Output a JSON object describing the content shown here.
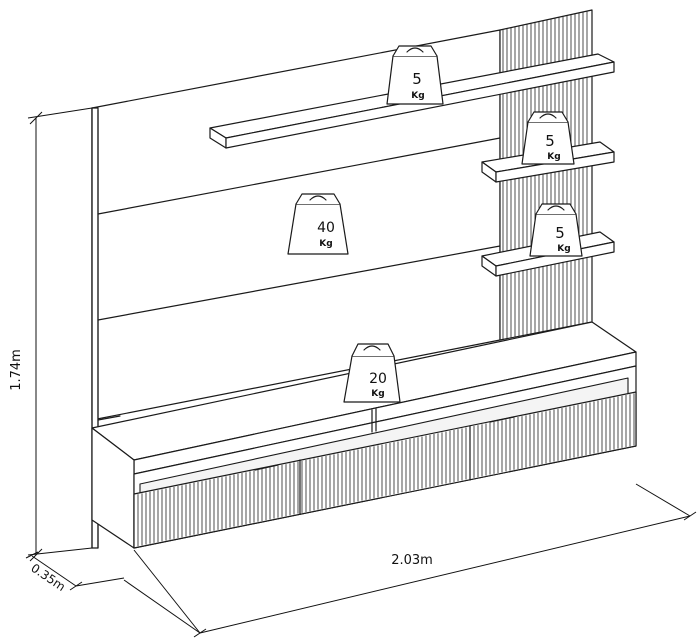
{
  "dimensions": {
    "height": "1.74m",
    "width": "2.03m",
    "depth": "0.35m"
  },
  "weights": [
    {
      "value": "5",
      "unit": "Kg"
    },
    {
      "value": "5",
      "unit": "Kg"
    },
    {
      "value": "5",
      "unit": "Kg"
    },
    {
      "value": "40",
      "unit": "Kg"
    },
    {
      "value": "20",
      "unit": "Kg"
    }
  ]
}
